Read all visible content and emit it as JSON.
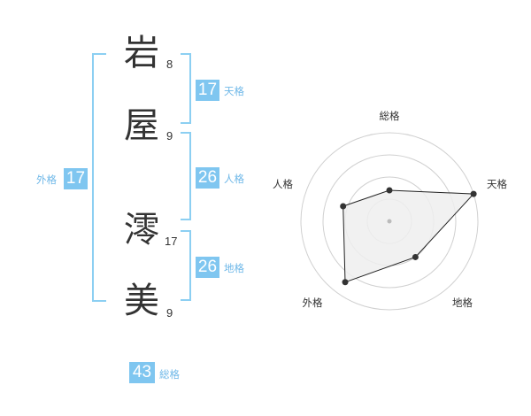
{
  "name_chars": [
    {
      "char": "岩",
      "strokes": "8"
    },
    {
      "char": "屋",
      "strokes": "9"
    },
    {
      "char": "澪",
      "strokes": "17"
    },
    {
      "char": "美",
      "strokes": "9"
    }
  ],
  "fortunes": {
    "tenkaku": {
      "value": "17",
      "label": "天格"
    },
    "jinkaku": {
      "value": "26",
      "label": "人格"
    },
    "chikaku": {
      "value": "26",
      "label": "地格"
    },
    "gaikaku": {
      "value": "17",
      "label": "外格"
    },
    "soukaku": {
      "value": "43",
      "label": "総格"
    }
  },
  "radar": {
    "axes": [
      "総格",
      "天格",
      "地格",
      "外格",
      "人格"
    ],
    "levels": 4,
    "values": [
      0.35,
      1.0,
      0.5,
      0.85,
      0.55
    ],
    "colors": {
      "grid": "#d0d0d0",
      "fill": "#eeeeee",
      "line": "#222222",
      "point": "#333333",
      "center": "#bbbbbb"
    }
  },
  "colors": {
    "accent": "#7fc6f0",
    "bracket": "#8ccff2",
    "label": "#6fb8e8"
  }
}
